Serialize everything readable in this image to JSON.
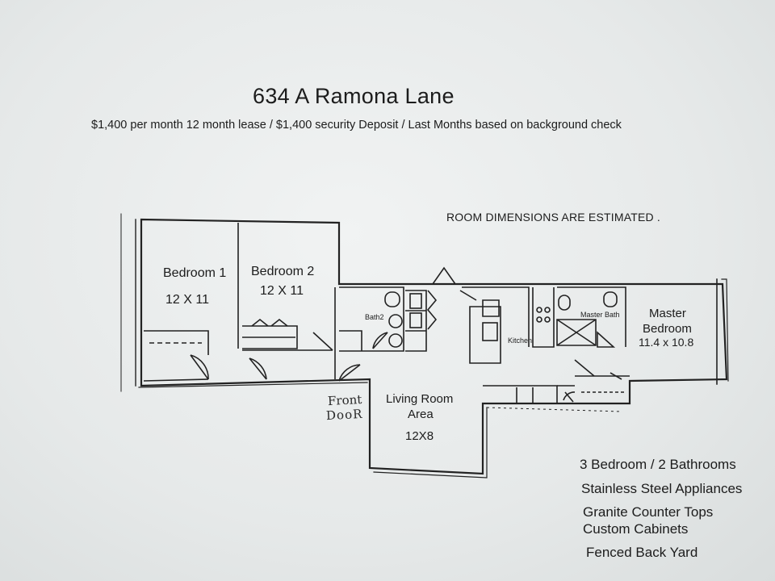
{
  "listing": {
    "title": "634 A Ramona Lane",
    "subtitle": "$1,400 per month 12 month lease / $1,400 security Deposit / Last Months based on background check",
    "note": "ROOM DIMENSIONS ARE ESTIMATED ."
  },
  "rooms": {
    "bedroom1": {
      "name": "Bedroom 1",
      "size": "12 X 11"
    },
    "bedroom2": {
      "name": "Bedroom 2",
      "size": "12 X 11"
    },
    "bath2": {
      "name": "Bath2"
    },
    "kitchen": {
      "name": "Kitchen"
    },
    "master_bath": {
      "name": "Master Bath"
    },
    "master_bedroom": {
      "name_line1": "Master",
      "name_line2": "Bedroom",
      "size": "11.4 x 10.8"
    },
    "living_room": {
      "name_line1": "Living Room",
      "name_line2": "Area",
      "size": "12X8"
    }
  },
  "handwriting": {
    "line1": "Front",
    "line2": "DooR"
  },
  "features": [
    "3 Bedroom / 2 Bathrooms",
    "Stainless Steel Appliances",
    "Granite Counter Tops",
    "Custom Cabinets",
    "Fenced Back Yard"
  ],
  "colors": {
    "ink": "#1c1c1c",
    "paper": "#e9ecec"
  }
}
